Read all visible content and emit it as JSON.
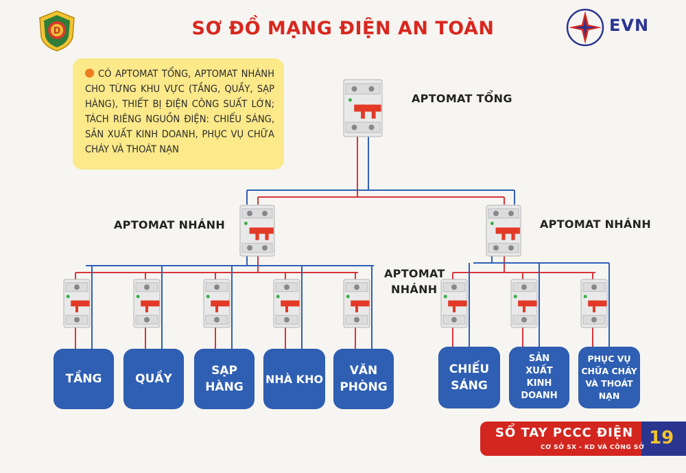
{
  "title": "SƠ ĐỒ MẠNG ĐIỆN AN TOÀN",
  "logo_text": "EVN",
  "note": "CÓ APTOMAT TỔNG, APTOMAT NHÁNH CHO TỪNG KHU VỰC (TẦNG, QUẦY, SẠP HÀNG), THIẾT BỊ ĐIỆN CÔNG SUẤT LỚN; TÁCH RIÊNG NGUỒN ĐIỆN: CHIẾU SÁNG, SẢN XUẤT KINH DOANH, PHỤC VỤ CHỮA CHÁY VÀ THOÁT NẠN",
  "labels": {
    "main": "APTOMAT TỔNG",
    "branch_left": "APTOMAT NHÁNH",
    "branch_right": "APTOMAT NHÁNH",
    "branch_sub_line1": "APTOMAT",
    "branch_sub_line2": "NHÁNH"
  },
  "areas": {
    "tang": "TẦNG",
    "quay": "QUẦY",
    "sap_hang_1": "SẠP",
    "sap_hang_2": "HÀNG",
    "nha_kho": "NHÀ KHO",
    "van_phong_1": "VĂN",
    "van_phong_2": "PHÒNG",
    "chieu_sang_1": "CHIẾU",
    "chieu_sang_2": "SÁNG",
    "sxkd_1": "SẢN",
    "sxkd_2": "XUẤT",
    "sxkd_3": "KINH",
    "sxkd_4": "DOANH",
    "pccc_1": "PHỤC VỤ",
    "pccc_2": "CHỮA CHÁY",
    "pccc_3": "VÀ THOÁT",
    "pccc_4": "NẠN"
  },
  "footer": {
    "title": "SỔ TAY PCCC ĐIỆN",
    "subtitle": "CƠ SỞ SX - KD VÀ CÔNG SỞ",
    "page_number": "19"
  },
  "colors": {
    "title_red": "#d8281f",
    "box_blue": "#2f5fb3",
    "note_yellow": "#fbe98a",
    "wire_red": "#d9333a",
    "wire_blue": "#2e5fb6",
    "evn_blue": "#2a3590"
  }
}
